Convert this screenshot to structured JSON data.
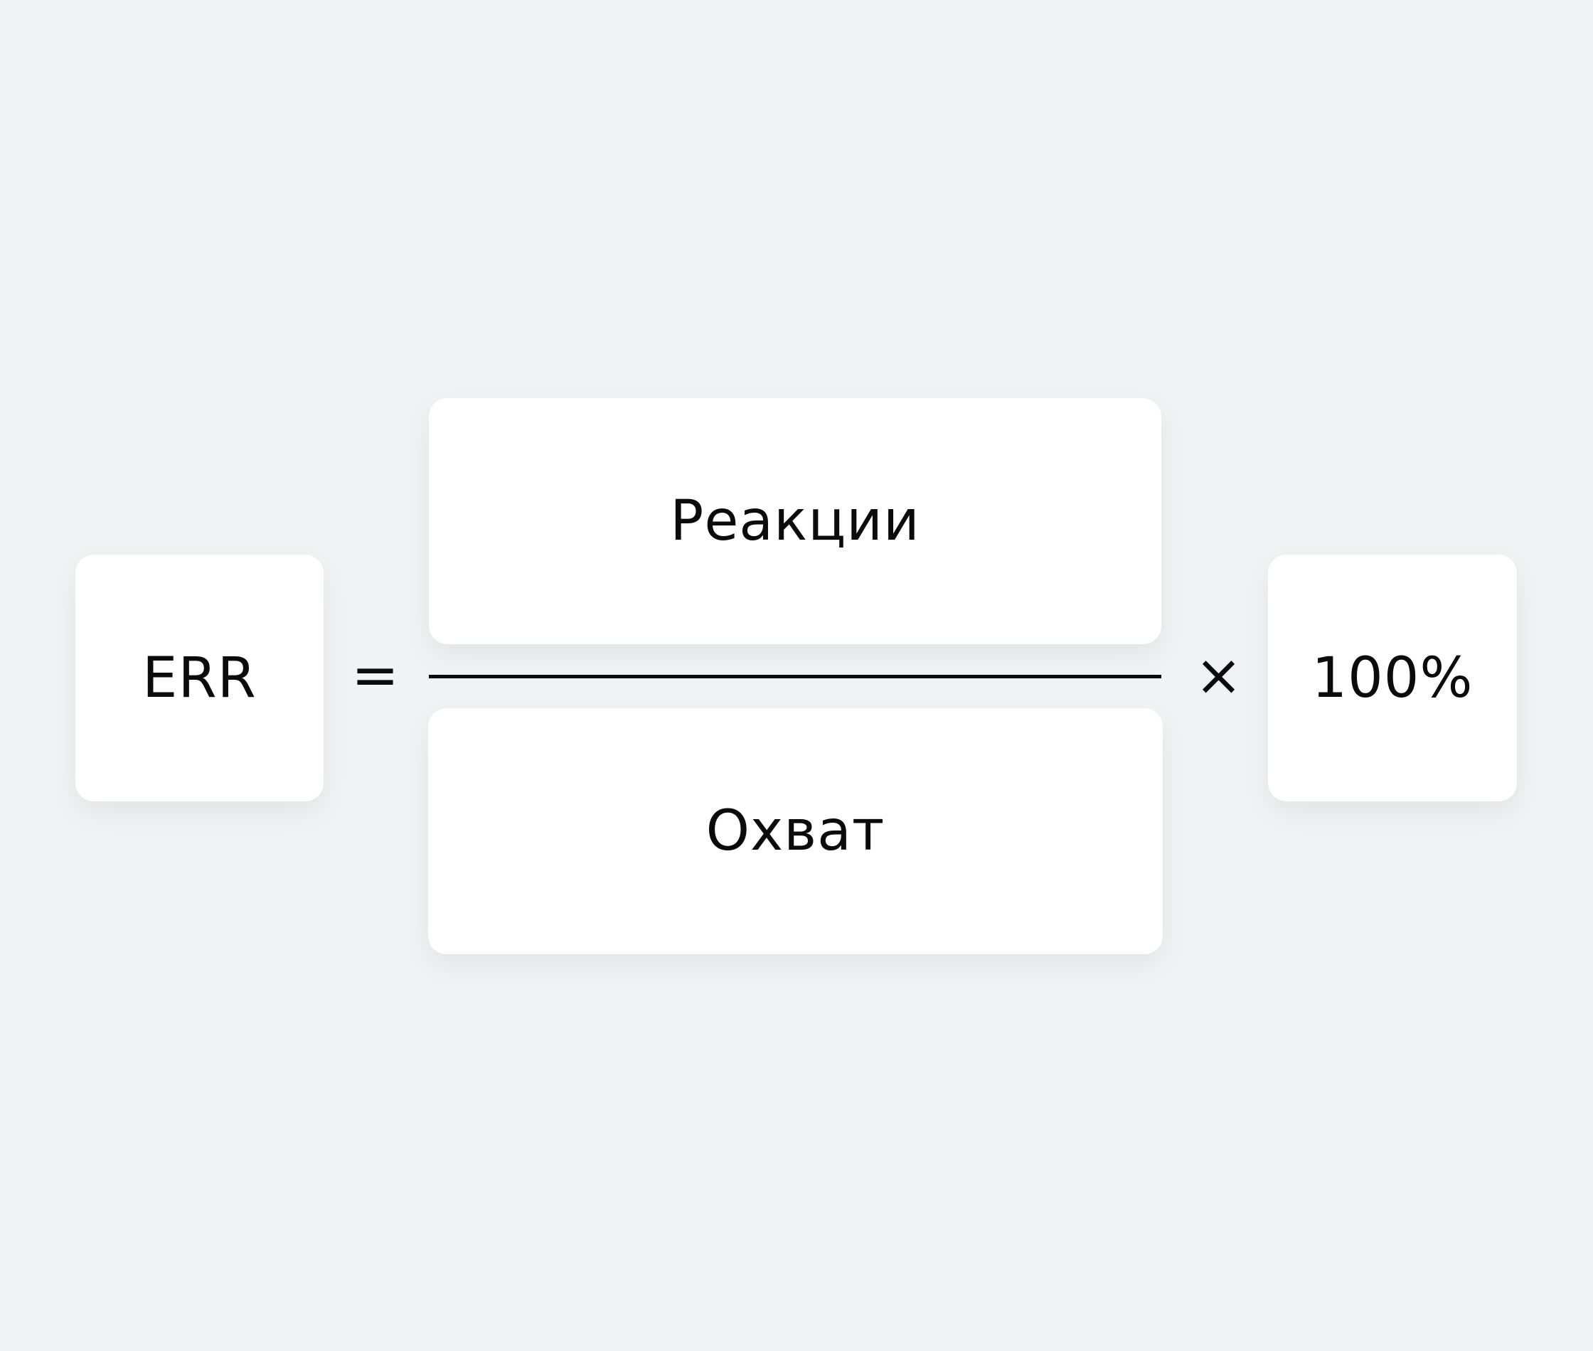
{
  "formula": {
    "left_term": "ERR",
    "equals": "=",
    "numerator": "Реакции",
    "denominator": "Охват",
    "times": "×",
    "multiplier": "100%"
  }
}
